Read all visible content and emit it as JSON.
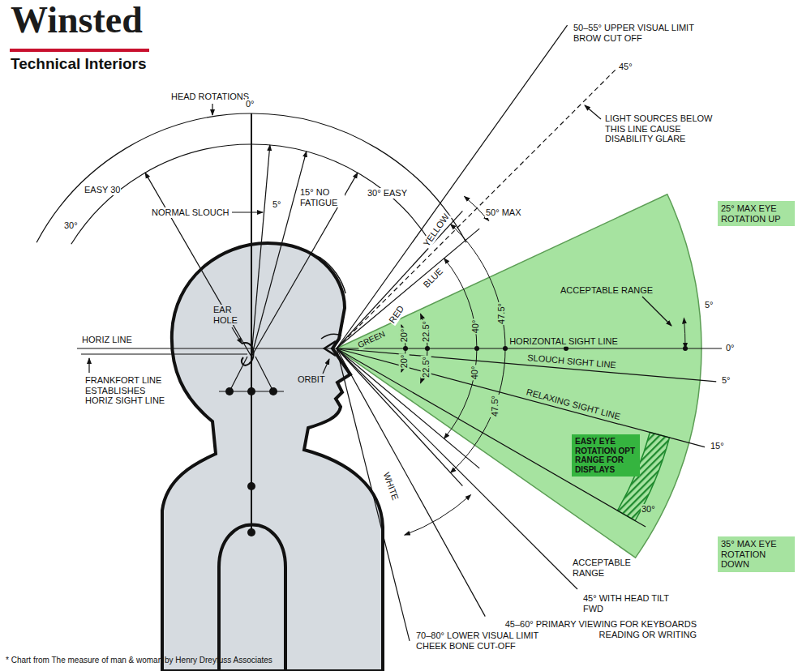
{
  "diagram": {
    "caption": "* Chart from The measure of man & woman by Henry Dreyfuss Associates",
    "nodes": [
      {
        "text": [
          "25° MAX EYE ROTATION UP"
        ]
      },
      {
        "text": [
          "35° MAX EYE ROTATION DOWN"
        ]
      },
      {
        "text": [
          "EASY EYE ROTATION OPT RANGE FOR DISPLAYS"
        ]
      }
    ],
    "labels": [
      "Winsted",
      "Technical Interiors",
      "HEAD ROTATIONS",
      "0°",
      "EASY 30",
      "30°",
      "NORMAL SLOUCH",
      "5°",
      "15° NO FATIGUE",
      "30° EASY",
      "50–55° UPPER VISUAL LIMIT BROW CUT OFF",
      "45°",
      "LIGHT SOURCES BELOW THIS LINE CAUSE DISABILITY GLARE",
      "YELLOW",
      "50° MAX",
      "BLUE",
      "40°",
      "47.5°",
      "GREEN",
      "RED",
      "20°",
      "22.5°",
      "ACCEPTABLE RANGE",
      "5°",
      "HORIZONTAL SIGHT LINE",
      "0°",
      "SLOUCH SIGHT LINE",
      "5°",
      "RELAXING SIGHT LINE",
      "15°",
      "EAR HOLE",
      "HORIZ LINE",
      "FRANKFORT LINE ESTABLISHES HORIZ SIGHT LINE",
      "ORBIT",
      "20°",
      "22.5°",
      "40°",
      "47.5°",
      "WHITE",
      "30°",
      "ACCEPTABLE RANGE",
      "45° WITH HEAD TILT FWD",
      "45–60° PRIMARY VIEWING FOR KEYBOARDS READING OR WRITING",
      "70–80° LOWER VISUAL LIMIT CHEEK BONE CUT-OFF"
    ]
  }
}
